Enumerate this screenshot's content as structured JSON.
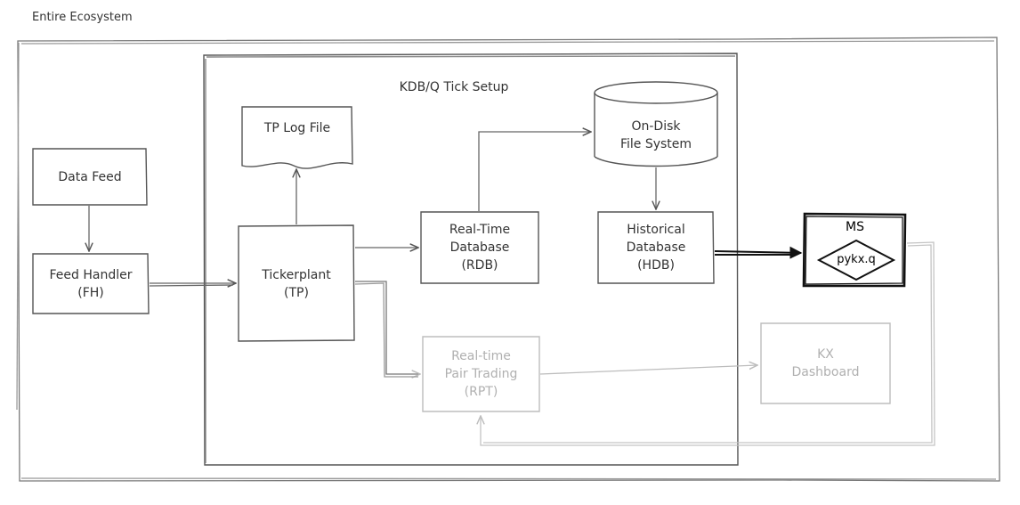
{
  "ecosystem": {
    "title": "Entire Ecosystem"
  },
  "tick_setup": {
    "title": "KDB/Q Tick Setup"
  },
  "nodes": {
    "data_feed": {
      "label": "Data Feed"
    },
    "feed_handler": {
      "line1": "Feed Handler",
      "line2": "(FH)"
    },
    "tp_log": {
      "label": "TP Log File"
    },
    "tickerplant": {
      "line1": "Tickerplant",
      "line2": "(TP)"
    },
    "rdb": {
      "line1": "Real-Time",
      "line2": "Database",
      "line3": "(RDB)"
    },
    "disk": {
      "line1": "On-Disk",
      "line2": "File System"
    },
    "hdb": {
      "line1": "Historical",
      "line2": "Database",
      "line3": "(HDB)"
    },
    "ms": {
      "label": "MS",
      "inner": "pykx.q"
    },
    "rpt": {
      "line1": "Real-time",
      "line2": "Pair Trading",
      "line3": "(RPT)"
    },
    "kx": {
      "line1": "KX",
      "line2": "Dashboard"
    }
  },
  "colors": {
    "stroke": "#444444",
    "dim": "#b8b8b8",
    "bold": "#111111"
  }
}
